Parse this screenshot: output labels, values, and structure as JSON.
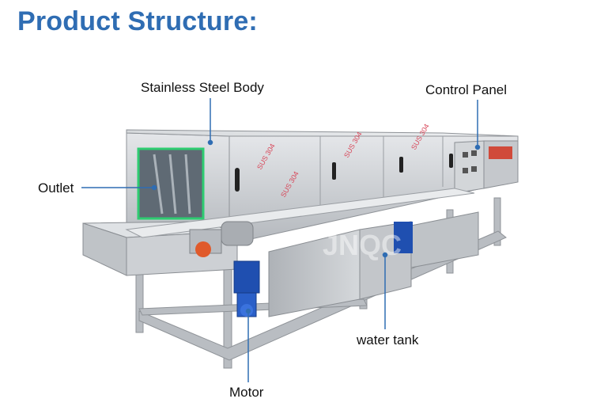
{
  "header": {
    "title": "Product Structure:"
  },
  "labels": {
    "body": "Stainless Steel Body",
    "control_panel": "Control Panel",
    "outlet": "Outlet",
    "water_tank": "water tank",
    "motor": "Motor"
  },
  "machine": {
    "panel_marking": "SUS 304",
    "watermark": "JNQC"
  },
  "colors": {
    "title": "#2f6db3",
    "leader_line": "#2f6db3",
    "steel": "#c9ccd0",
    "outlet_frame": "#2ecc71",
    "motor": "#1f4fb0",
    "gear_cap": "#e05a2b"
  }
}
